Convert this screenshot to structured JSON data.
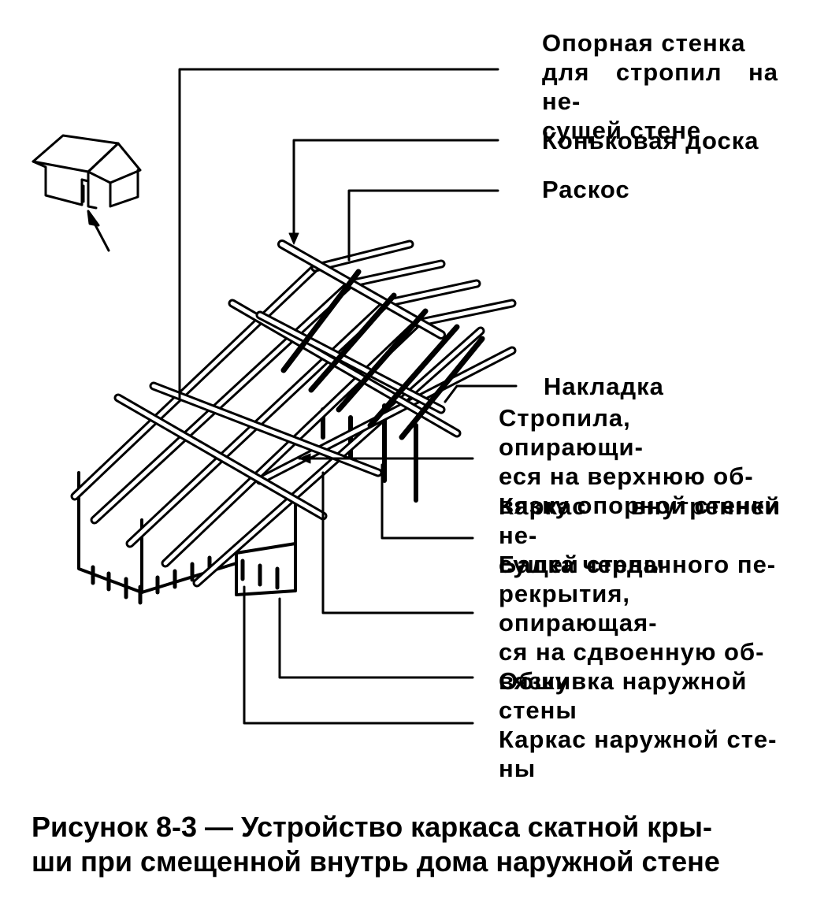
{
  "labels": {
    "support_wall": "Опорная стенка\nдля стропил на не-\nсущей стене",
    "ridge_board": "Коньковая доска",
    "brace": "Раскос",
    "gusset": "Накладка",
    "rafters_on_plate": "Стропила, опирающи-\nеся на верхнюю об-\nвязку опорной стенки",
    "inner_wall_frame": "Каркас внутренней не-\nсущей стены",
    "ceiling_joist": "Балка чердачного пе-\nрекрытия, опирающая-\nся на сдвоенную об-\nвязку",
    "outer_sheathing": "Обшивка наружной\nстены",
    "outer_wall_frame": "Каркас наружной сте-\nны"
  },
  "caption": {
    "number": "Рисунок 8-3",
    "text": " — Устройство каркаса скатной кры-\nши при смещенной внутрь дома наружной стене"
  }
}
